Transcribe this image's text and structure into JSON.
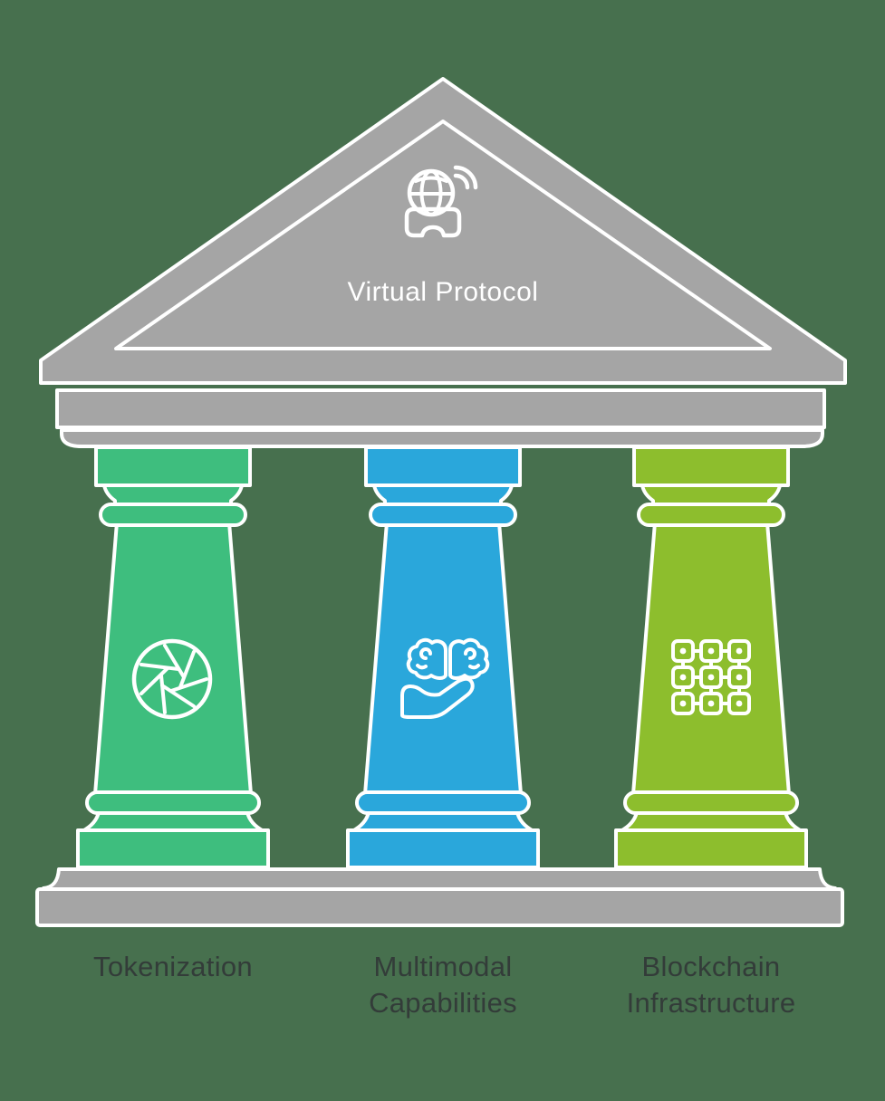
{
  "diagram": {
    "type": "temple-pillars-infographic",
    "pediment": {
      "label": "Virtual Protocol",
      "icon": "vr-headset-globe-signal-icon"
    },
    "pillars": [
      {
        "label": "Tokenization",
        "icon": "aperture-icon",
        "color_key": "pillar_green"
      },
      {
        "label": "Multimodal\nCapabilities",
        "icon": "brain-in-hand-icon",
        "color_key": "pillar_blue"
      },
      {
        "label": "Blockchain\nInfrastructure",
        "icon": "blockchain-grid-icon",
        "color_key": "pillar_olive"
      }
    ]
  },
  "colors": {
    "background": "#47704E",
    "structure_gray": "#A5A5A5",
    "outline_white": "#FFFFFF",
    "pillar_green": "#3EBE7E",
    "pillar_blue": "#2AA7DB",
    "pillar_olive": "#8DBE2D",
    "label_text": "#333C39"
  }
}
